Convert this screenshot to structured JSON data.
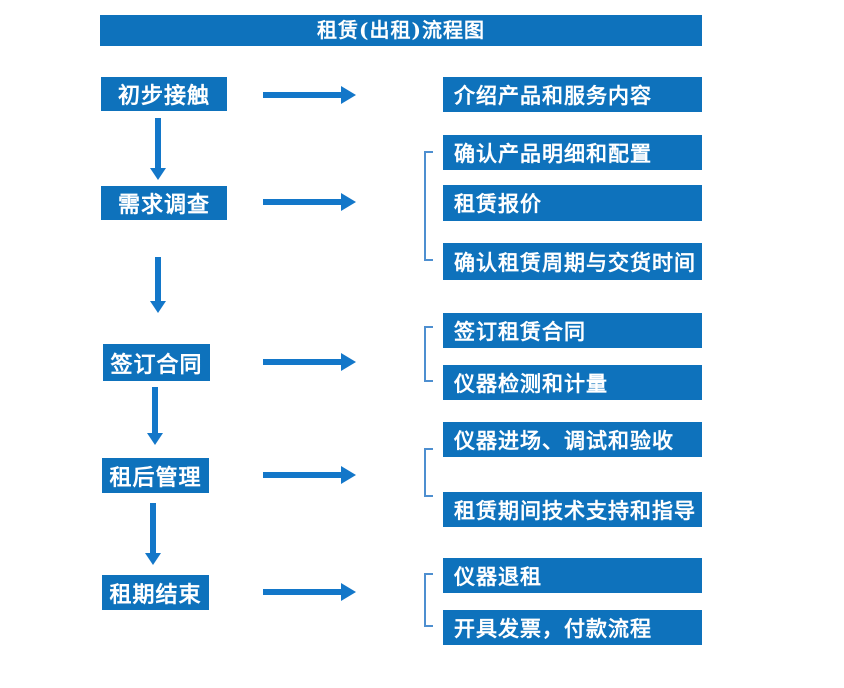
{
  "title": "租赁(出租)流程图",
  "colors": {
    "box_blue": "#0E72BC",
    "arrow_blue": "#1377C9",
    "bracket_blue": "#4E8FD0",
    "text": "#FFFFFF",
    "background": "#FFFFFF"
  },
  "steps": [
    {
      "label": "初步接触",
      "details": [
        "介绍产品和服务内容"
      ]
    },
    {
      "label": "需求调查",
      "details": [
        "确认产品明细和配置",
        "租赁报价",
        "确认租赁周期与交货时间"
      ]
    },
    {
      "label": "签订合同",
      "details": [
        "签订租赁合同",
        "仪器检测和计量"
      ]
    },
    {
      "label": "租后管理",
      "details": [
        "仪器进场、调试和验收",
        "租赁期间技术支持和指导"
      ]
    },
    {
      "label": "租期结束",
      "details": [
        "仪器退租",
        "开具发票，付款流程"
      ]
    }
  ]
}
